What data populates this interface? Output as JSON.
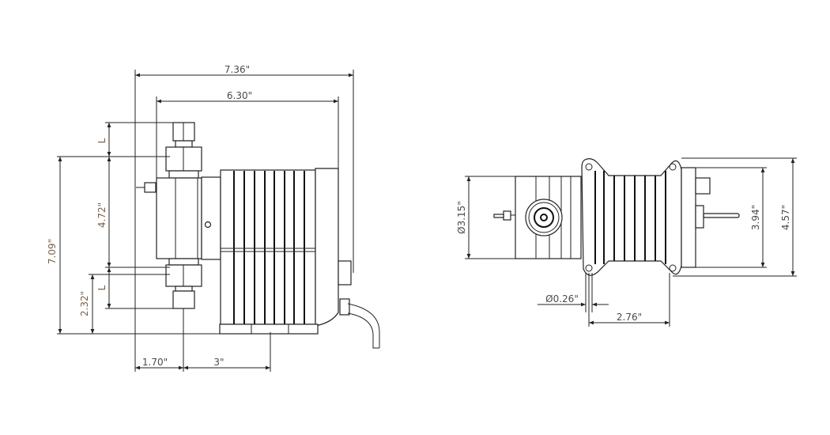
{
  "side_view": {
    "dimensions": {
      "overall_length": "7.36\"",
      "body_length": "6.30\"",
      "fitting_upper": "L",
      "fitting_lower": "L",
      "head_height": "4.72\"",
      "overall_height": "7.09\"",
      "outlet_height": "2.32\"",
      "inlet_offset": "1.70\"",
      "base_offset": "3\""
    }
  },
  "end_view": {
    "dimensions": {
      "head_diameter": "Ø3.15\"",
      "hole_diameter": "Ø0.26\"",
      "mount_spacing": "2.76\"",
      "body_height": "3.94\"",
      "flange_height": "4.57\""
    }
  },
  "colors": {
    "line": "#222222",
    "label": "#4a4a4a",
    "label_alt": "#7a6048"
  }
}
